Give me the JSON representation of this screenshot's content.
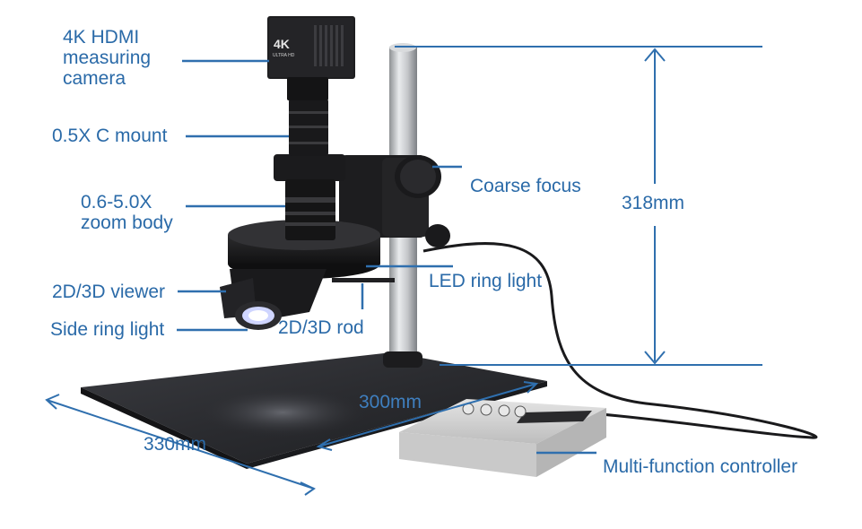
{
  "labels": {
    "camera_line1": "4K HDMI",
    "camera_line2": "measuring",
    "camera_line3": "camera",
    "c_mount": "0.5X C mount",
    "zoom_line1": "0.6-5.0X",
    "zoom_line2": "zoom body",
    "viewer": "2D/3D viewer",
    "side_ring": "Side ring light",
    "rod": "2D/3D rod",
    "coarse_focus": "Coarse focus",
    "led_ring": "LED ring light",
    "controller": "Multi-function controller"
  },
  "dimensions": {
    "height": "318mm",
    "depth": "300mm",
    "width": "330mm"
  },
  "camera_badge": {
    "main": "4K",
    "sub": "ULTRA HD"
  },
  "colors": {
    "label": "#2a6aa8",
    "leader": "#2f6fae",
    "base": "#2b2c30",
    "body": "#1c1c1e",
    "pole": "#b9bcc0",
    "controller": "#d6d6d6"
  }
}
